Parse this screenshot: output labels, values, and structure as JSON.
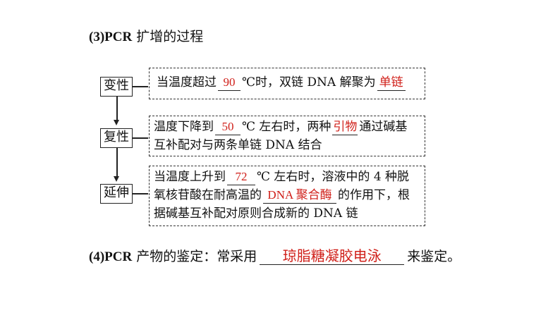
{
  "title": {
    "num": "(3)PCR",
    "rest": " 扩增的过程"
  },
  "stages": [
    {
      "label": "变性"
    },
    {
      "label": "复性"
    },
    {
      "label": "延伸"
    }
  ],
  "box1": {
    "pre": "当温度超过",
    "temp": "90",
    "mid": "℃时，双链 DNA 解聚为",
    "answer": "单链"
  },
  "box2": {
    "pre": "温度下降到",
    "temp": "50",
    "mid": "℃ 左右时，两种",
    "answer": "引物",
    "post": "通过碱基",
    "line2": "互补配对与两条单链 DNA 结合"
  },
  "box3": {
    "pre": "当温度上升到",
    "temp": "72",
    "mid": "℃ 左右时，溶液中的 4 种脱",
    "line2_pre": "氧核苷酸在耐高温的",
    "answer": "DNA 聚合酶",
    "line2_post": "的作用下，根",
    "line3": "据碱基互补配对原则合成新的 DNA 链"
  },
  "footer": {
    "num": "(4)PCR",
    "pre": " 产物的鉴定：常采用",
    "answer": "琼脂糖凝胶电泳",
    "post": "来鉴定。"
  }
}
